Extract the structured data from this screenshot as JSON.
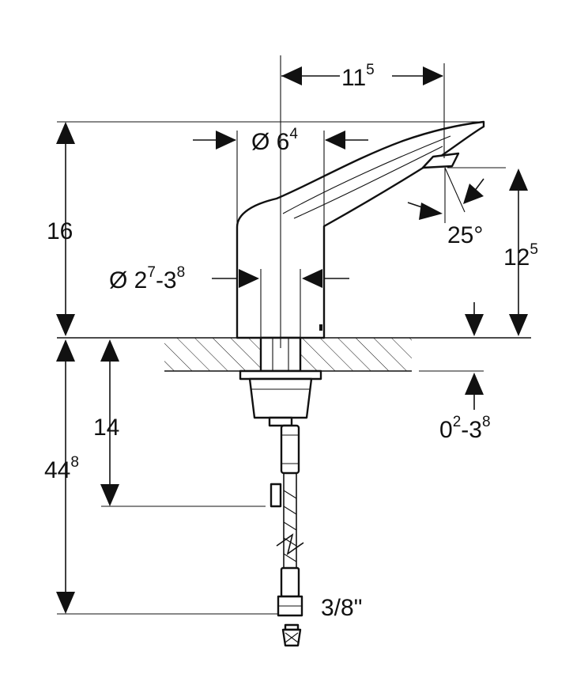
{
  "diagram": {
    "dimensions": {
      "spout_reach": {
        "main": "11",
        "sup": "5"
      },
      "body_diameter": {
        "prefix": "Ø 6",
        "sup": "4"
      },
      "height_total": {
        "main": "16"
      },
      "spout_angle": {
        "main": "25°"
      },
      "spout_height": {
        "main": "12",
        "sup": "5"
      },
      "hole_diameter": {
        "prefix": "Ø 2",
        "sup1": "7",
        "mid": "-3",
        "sup2": "8"
      },
      "mount_depth": {
        "main": "14"
      },
      "hose_length": {
        "main": "44",
        "sup": "8"
      },
      "counter_thickness": {
        "prefix": "0",
        "sup1": "2",
        "mid": "-3",
        "sup2": "8"
      },
      "connection": {
        "main": "3/8\""
      }
    }
  }
}
